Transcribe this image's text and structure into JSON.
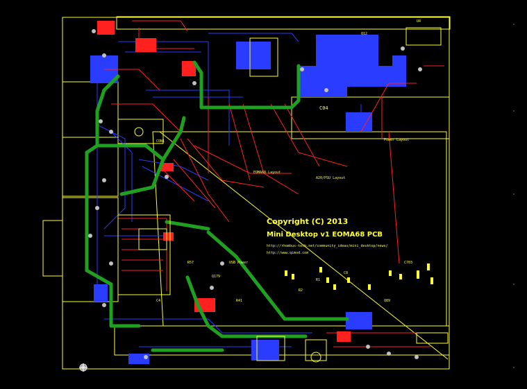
{
  "copyright": {
    "line1": "Copyright (C) 2013",
    "line2": "Mini Desktop v1 EOMA68 PCB",
    "url1": "http://rhombus-tech.net/community_ideas/mini_desktop/news/",
    "url2": "http://www.qimod.com"
  },
  "layer_labels": {
    "power": "Power Layout",
    "a20": "A20/PSU Layout",
    "usb": "USB Power",
    "eomass": "EOMA68 Layout"
  },
  "silk_labels": [
    "CON1",
    "C04",
    "Q12",
    "U4",
    "Q179",
    "R41",
    "C703",
    "Q89",
    "C8",
    "R57",
    "C4",
    "R1",
    "R2"
  ],
  "colors": {
    "background": "#000000",
    "board_outline": "#ffff33",
    "top_copper": "#ff2020",
    "bottom_copper": "#2a3cff",
    "power_trace": "#20a020",
    "silkscreen": "#ffff33",
    "via": "#c0c0c0"
  }
}
